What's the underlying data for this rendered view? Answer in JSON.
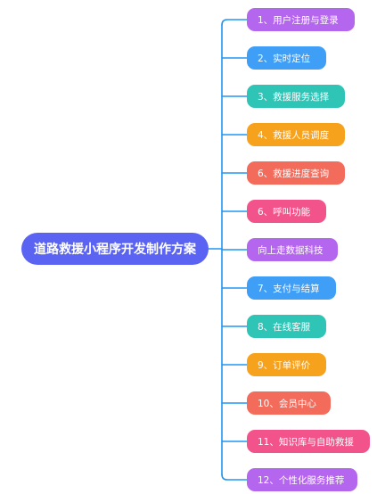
{
  "root": {
    "label": "道路救援小程序开发制作方案",
    "color": "#5a63f2"
  },
  "connector_color": "#2196f3",
  "branches": [
    {
      "label": "1、用户注册与登录",
      "color": "#b566ee"
    },
    {
      "label": "2、实时定位",
      "color": "#3f9ef6"
    },
    {
      "label": "3、救援服务选择",
      "color": "#2ec4b6"
    },
    {
      "label": "4、救援人员调度",
      "color": "#f7a21d"
    },
    {
      "label": "6、救援进度查询",
      "color": "#f26b5b"
    },
    {
      "label": "6、呼叫功能",
      "color": "#f2538a"
    },
    {
      "label": "向上走数据科技",
      "color": "#b566ee"
    },
    {
      "label": "7、支付与结算",
      "color": "#3f9ef6"
    },
    {
      "label": "8、在线客服",
      "color": "#2ec4b6"
    },
    {
      "label": "9、订单评价",
      "color": "#f7a21d"
    },
    {
      "label": "10、会员中心",
      "color": "#f26b5b"
    },
    {
      "label": "11、知识库与自助救援",
      "color": "#f2538a"
    },
    {
      "label": "12、个性化服务推荐",
      "color": "#b566ee"
    }
  ]
}
